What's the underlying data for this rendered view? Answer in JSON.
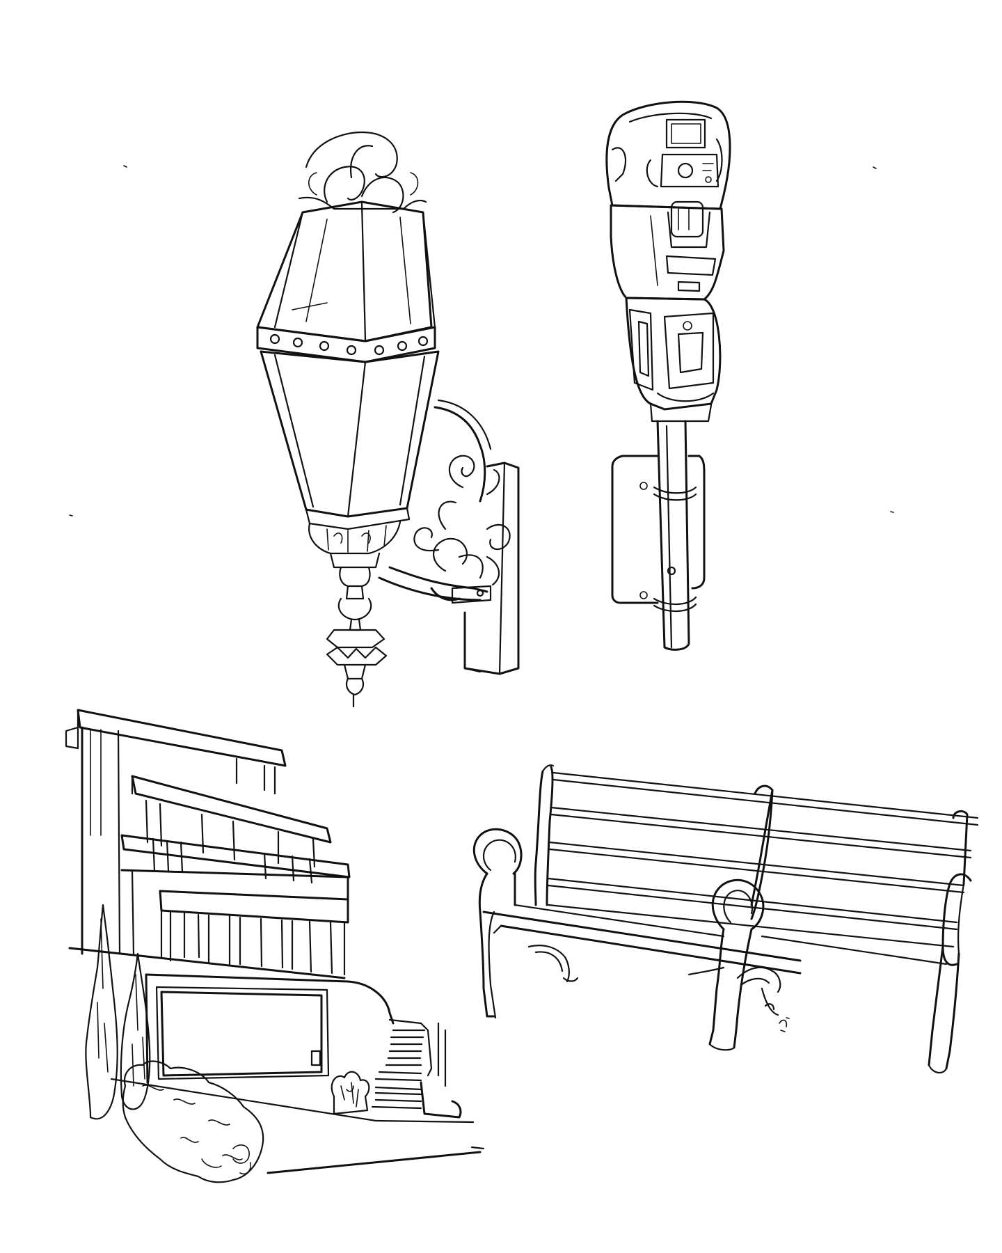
{
  "colors": {
    "ink": "#111111",
    "paper": "#ffffff"
  },
  "drawings": [
    "wall-lantern",
    "parking-meter",
    "modern-house",
    "park-bench"
  ]
}
